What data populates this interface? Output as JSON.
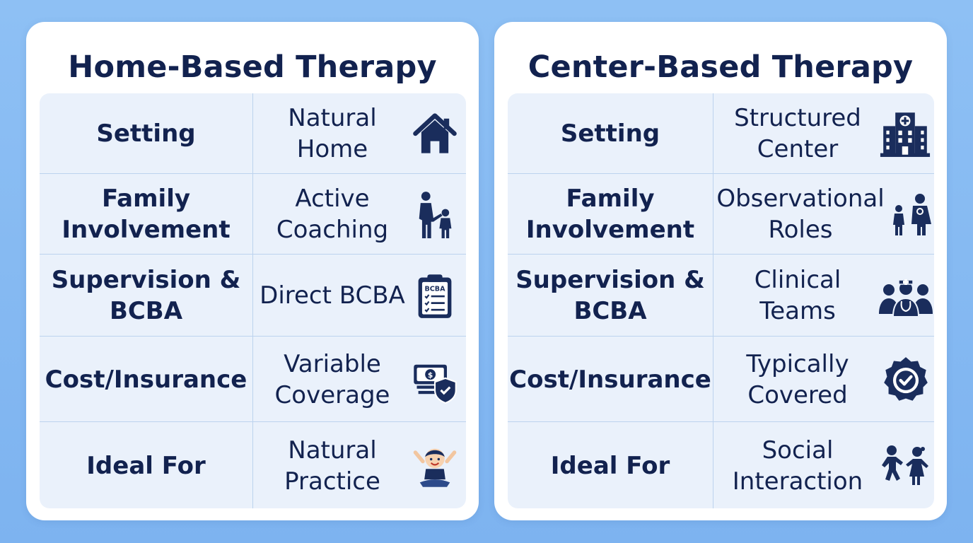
{
  "colors": {
    "background": "#8ec0f4",
    "card": "#ffffff",
    "grid": "#eaf1fb",
    "text": "#12224f",
    "divider": "#bcd3ee"
  },
  "home": {
    "title": "Home-Based Therapy",
    "rows": [
      {
        "label": "Setting",
        "value": "Natural Home",
        "icon": "house-icon"
      },
      {
        "label": "Family Involvement",
        "value": "Active Coaching",
        "icon": "parent-child-icon"
      },
      {
        "label": "Supervision & BCBA",
        "value": "Direct BCBA",
        "icon": "clipboard-icon",
        "icon_text": "BCBA"
      },
      {
        "label": "Cost/Insurance",
        "value": "Variable Coverage",
        "icon": "money-shield-icon",
        "icon_text": "$"
      },
      {
        "label": "Ideal For",
        "value": "Natural Practice",
        "icon": "happy-child-icon"
      }
    ]
  },
  "center": {
    "title": "Center-Based Therapy",
    "rows": [
      {
        "label": "Setting",
        "value": "Structured Center",
        "icon": "hospital-building-icon"
      },
      {
        "label": "Family Involvement",
        "value": "Observational Roles",
        "icon": "family-observer-icon"
      },
      {
        "label": "Supervision & BCBA",
        "value": "Clinical Teams",
        "icon": "clinical-team-icon"
      },
      {
        "label": "Cost/Insurance",
        "value": "Typically Covered",
        "icon": "verified-badge-icon"
      },
      {
        "label": "Ideal For",
        "value": "Social Interaction",
        "icon": "kids-playing-icon"
      }
    ]
  }
}
